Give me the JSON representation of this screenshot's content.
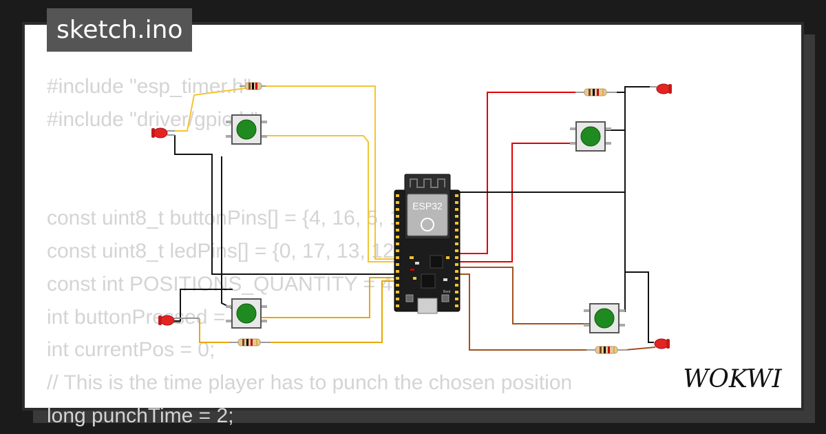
{
  "header": {
    "file_name": "sketch.ino"
  },
  "code_lines": [
    "#include \"esp_timer.h\"",
    "#include \"driver/gpio.h\"",
    "",
    "",
    "const uint8_t buttonPins[] = {4, 16, 5, 14};",
    "const uint8_t ledPins[] = {0, 17, 13, 12};",
    "const int POSITIONS_QUANTITY = 4;",
    "int buttonPressed = -1;",
    "int currentPos = 0;",
    "// This is the time player has to punch the chosen position",
    "long punchTime = 2;"
  ],
  "board": {
    "label": "ESP32",
    "usb_label": "Boot"
  },
  "branding": {
    "logo_text": "WOKWI"
  },
  "colors": {
    "background": "#1b1b1b",
    "card": "#ffffff",
    "title_box": "#555555",
    "code_text": "#d4d4d4",
    "wire_yellow": "#f4c430",
    "wire_orange": "#e6a700",
    "wire_red": "#e00000",
    "wire_brown": "#a0521d",
    "wire_black": "#111111",
    "button_green": "#1f8a1f",
    "led_red": "#e42424"
  }
}
